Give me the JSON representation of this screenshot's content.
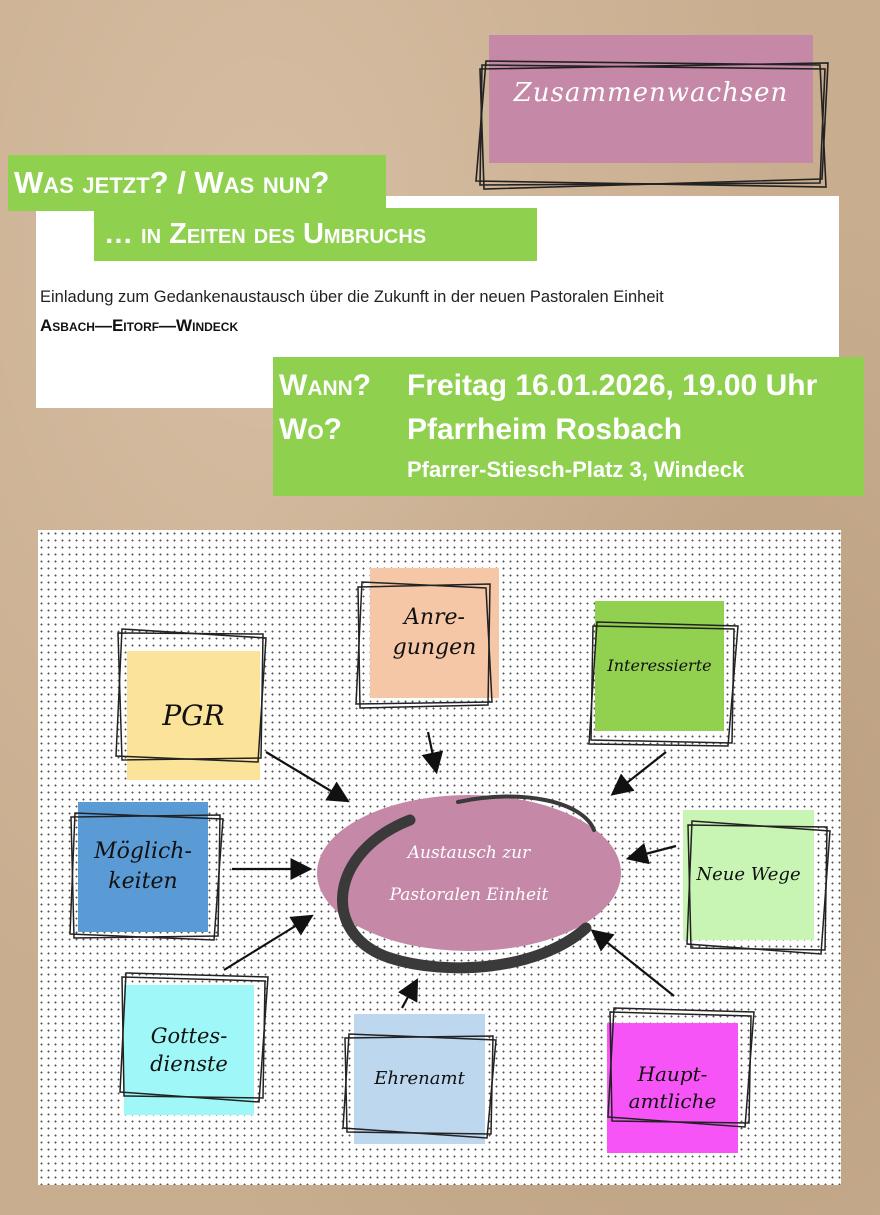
{
  "tag": "Zusammenwachsen",
  "title_line1": "Was jetzt? / Was nun?",
  "title_line2": "… in Zeiten des Umbruchs",
  "invitation": "Einladung zum Gedankenaustausch über die Zukunft in der neuen Pastoralen Einheit",
  "places": "Asbach—Eitorf—Windeck",
  "when_label": "Wann?",
  "when_value": "Freitag 16.01.2026, 19.00 Uhr",
  "where_label": "Wo?",
  "where_value": "Pfarrheim Rosbach",
  "where_address": "Pfarrer-Stiesch-Platz 3, Windeck",
  "center": {
    "line1": "Austausch zur",
    "line2": "Pastoralen Einheit"
  },
  "notes": {
    "anregungen": {
      "line1": "Anre-",
      "line2": "gungen"
    },
    "interessierte": "Interessierte",
    "pgr": "PGR",
    "moeglichkeiten": {
      "line1": "Möglich-",
      "line2": "keiten"
    },
    "neue_wege": "Neue Wege",
    "gottesdienste": {
      "line1": "Gottes-",
      "line2": "dienste"
    },
    "ehrenamt": "Ehrenamt",
    "hauptamtliche": {
      "line1": "Haupt-",
      "line2": "amtliche"
    }
  },
  "colors": {
    "green": "#8fd04e",
    "mauve": "#c589a7",
    "pgr": "#fce39a",
    "anregungen": "#f6c7a6",
    "interessierte": "#92d050",
    "moeglichkeiten": "#5b9bd5",
    "neue_wege": "#c9f5b4",
    "gottesdienste": "#9ff7f7",
    "ehrenamt": "#bdd7ee",
    "hauptamtliche": "#f754f7"
  }
}
